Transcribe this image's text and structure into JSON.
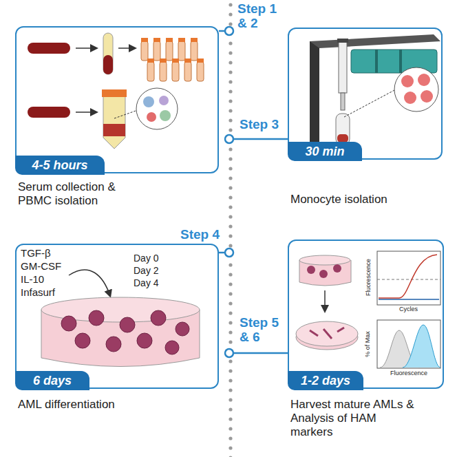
{
  "diagram": {
    "nodes": [
      {
        "text": [
          "Serum collection & PBMC isolation"
        ]
      },
      {
        "text": [
          "4-5 hours"
        ],
        "in": 0
      },
      {
        "text": [
          "Monocyte isolation"
        ]
      },
      {
        "text": [
          "30 min"
        ],
        "in": 2
      },
      {
        "text": [
          "TGF-β",
          "GM-CSF",
          "IL-10",
          "Infasurf",
          "Day 0",
          "Day 2",
          "Day 4",
          "AML differentiation"
        ]
      },
      {
        "text": [
          "6 days"
        ],
        "in": 4
      },
      {
        "text": [
          "Harvest mature AMLs & Analysis of HAM markers"
        ]
      },
      {
        "text": [
          "1-2 days"
        ],
        "in": 6
      }
    ],
    "edges": [],
    "labels": [
      "Step 1 & 2",
      "Step 3",
      "Step 4",
      "Step 5 & 6",
      "Fluorescence",
      "Cycles",
      "% of Max",
      "Fluorescence"
    ]
  }
}
